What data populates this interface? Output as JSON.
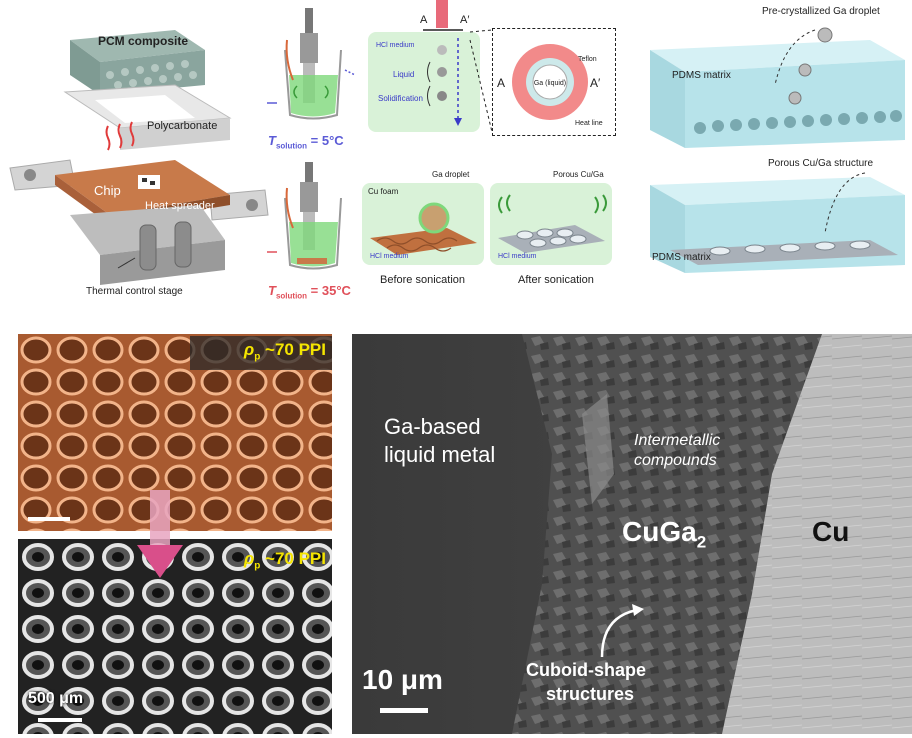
{
  "schematic": {
    "pcm_composite": "PCM composite",
    "polycarbonate": "Polycarbonate",
    "chip": "Chip",
    "heat_spreader": "Heat spreader",
    "thermal_stage": "Thermal control stage",
    "t_cold_sym": "T",
    "t_cold_sub": "solution",
    "t_cold_val": " = 5°C",
    "t_hot_sym": "T",
    "t_hot_sub": "solution",
    "t_hot_val": " = 35°C",
    "a_left": "A",
    "a_right": "A′",
    "hcl_top": "HCl medium",
    "liquid": "Liquid",
    "solidification": "Solidification",
    "teflon": "Teflon",
    "ga_liquid": "Ga (liquid)",
    "heat_line": "Heat line",
    "cross_a": "A",
    "cross_a2": "A′",
    "ga_droplet": "Ga droplet",
    "cu_foam": "Cu foam",
    "hcl_before": "HCl medium",
    "porous_cu_ga": "Porous Cu/Ga",
    "hcl_after": "HCl medium",
    "before_sonication": "Before sonication",
    "after_sonication": "After sonication",
    "pre_crystallized": "Pre-crystallized Ga droplet",
    "pdms_top": "PDMS matrix",
    "porous_structure": "Porous Cu/Ga structure",
    "pdms_bottom": "PDMS matrix"
  },
  "photos": {
    "rho_top": "ρ",
    "rho_top_sub": "p",
    "rho_top_val": " ~70 PPI",
    "rho_bottom": "ρ",
    "rho_bottom_sub": "p",
    "rho_bottom_val": " ~70 PPI",
    "scale_label": "500 μm"
  },
  "sem": {
    "ga_based": "Ga-based",
    "liquid_metal": "liquid metal",
    "intermetallic_1": "Intermetallic",
    "intermetallic_2": "compounds",
    "cuga_main": "CuGa",
    "cuga_sub": "2",
    "cu": "Cu",
    "cuboid_1": "Cuboid-shape",
    "cuboid_2": "structures",
    "scale": "10 μm"
  },
  "colors": {
    "cold": "#5b5bd6",
    "hot": "#e0505a",
    "rho": "#f5e500",
    "copper": "#c8754a"
  }
}
